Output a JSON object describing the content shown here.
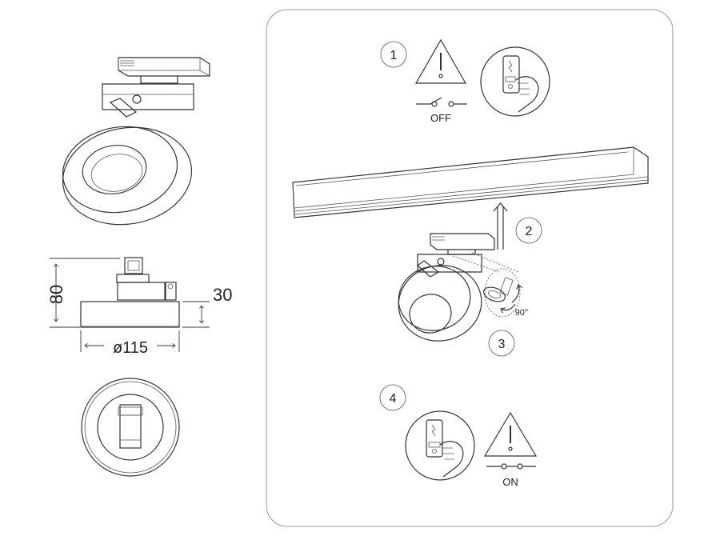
{
  "dimensions": {
    "height": "80",
    "ring_height": "30",
    "diameter": "ø115"
  },
  "steps": [
    {
      "number": "1",
      "switch_label": "OFF"
    },
    {
      "number": "2"
    },
    {
      "number": "3",
      "angle": "90°"
    },
    {
      "number": "4",
      "switch_label": "ON"
    }
  ],
  "colors": {
    "line": "#333333",
    "panel_border": "#999999",
    "background": "#ffffff"
  },
  "icons": [
    "warning-triangle-icon",
    "switch-off-icon",
    "switch-on-icon",
    "hand-switch-icon",
    "up-arrow-icon"
  ]
}
